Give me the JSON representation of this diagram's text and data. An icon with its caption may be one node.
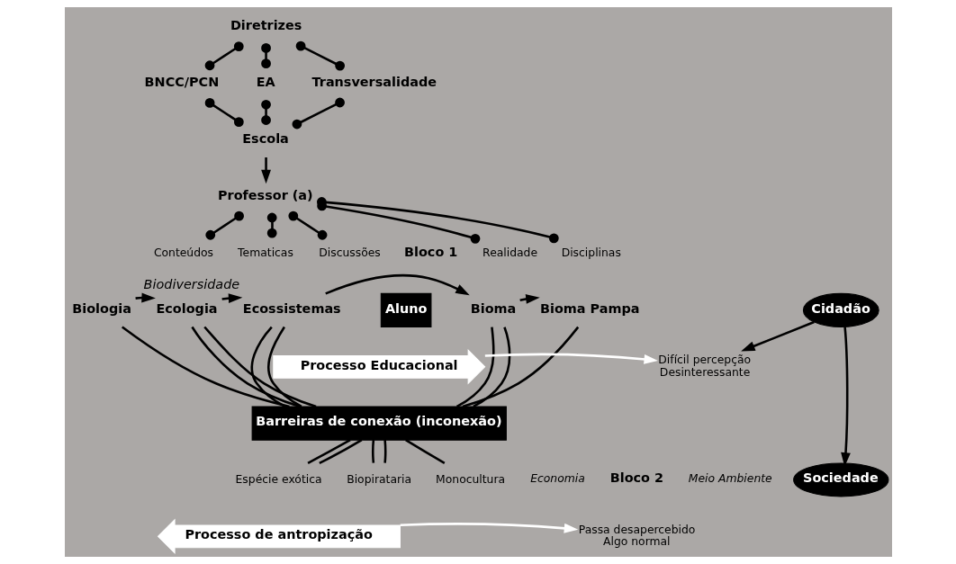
{
  "diagram": {
    "nodes": [
      {
        "text": [
          "Diretrizes"
        ]
      },
      {
        "text": [
          "BNCC/PCN"
        ]
      },
      {
        "text": [
          "EA"
        ]
      },
      {
        "text": [
          "Transversalidade"
        ]
      },
      {
        "text": [
          "Escola"
        ]
      },
      {
        "text": [
          "Professor (a)"
        ]
      },
      {
        "text": [
          "Disciplinas"
        ]
      },
      {
        "text": [
          "Conteúdos"
        ]
      },
      {
        "text": [
          "Tematicas"
        ]
      },
      {
        "text": [
          "Discussões"
        ]
      },
      {
        "text": [
          "Realidade"
        ]
      },
      {
        "text": [
          "Aluno"
        ]
      },
      {
        "text": [
          "Biologia"
        ]
      },
      {
        "text": [
          "Ecologia"
        ]
      },
      {
        "text": [
          "Ecossistemas"
        ],
        "beside": [
          "Biodiversidade"
        ]
      },
      {
        "text": [
          "Bioma"
        ]
      },
      {
        "text": [
          "Bioma Pampa"
        ]
      },
      {
        "text": [
          "Processo Educacional"
        ]
      },
      {
        "text": [
          "Barreiras de conexão (inconexão)"
        ]
      },
      {
        "text": [
          "Cidadão"
        ]
      },
      {
        "text": [
          "Difícil percepção",
          "Desinteressante"
        ]
      },
      {
        "text": [
          "Sociedade"
        ]
      },
      {
        "text": [
          "Biopirataria"
        ]
      },
      {
        "text": [
          "Espécie exótica"
        ]
      },
      {
        "text": [
          "Monocultura"
        ]
      },
      {
        "text": [
          "Processo de antropização"
        ]
      },
      {
        "text": [
          "Passa desapercebido",
          "Algo normal"
        ]
      }
    ],
    "edges": [
      {
        "from": 0,
        "to": 1,
        "arrow": "other"
      },
      {
        "from": 0,
        "to": 2,
        "arrow": "other"
      },
      {
        "from": 0,
        "to": 3,
        "arrow": "other"
      },
      {
        "from": 1,
        "to": 4,
        "arrow": "other"
      },
      {
        "from": 2,
        "to": 4,
        "arrow": "other"
      },
      {
        "from": 3,
        "to": 4,
        "arrow": "other"
      },
      {
        "from": 4,
        "to": 5,
        "arrow": "to"
      },
      {
        "from": 5,
        "to": 6,
        "arrow": "other"
      },
      {
        "from": 5,
        "to": 7,
        "arrow": "other"
      },
      {
        "from": 5,
        "to": 8,
        "arrow": "other"
      },
      {
        "from": 5,
        "to": 9,
        "arrow": "other"
      },
      {
        "from": 5,
        "to": 10,
        "arrow": "other"
      },
      {
        "from": 12,
        "to": 13,
        "arrow": "to"
      },
      {
        "from": 13,
        "to": 14,
        "arrow": "to"
      },
      {
        "from": 14,
        "to": 15,
        "arrow": "to"
      },
      {
        "from": 15,
        "to": 16,
        "arrow": "to"
      },
      {
        "from": 12,
        "to": 18,
        "arrow": "none"
      },
      {
        "from": 13,
        "to": 18,
        "arrow": "none"
      },
      {
        "from": 13,
        "to": 18,
        "arrow": "none"
      },
      {
        "from": 14,
        "to": 18,
        "arrow": "none"
      },
      {
        "from": 14,
        "to": 18,
        "arrow": "none"
      },
      {
        "from": 15,
        "to": 18,
        "arrow": "none"
      },
      {
        "from": 15,
        "to": 18,
        "arrow": "none"
      },
      {
        "from": 16,
        "to": 18,
        "arrow": "none"
      },
      {
        "from": 18,
        "to": 22,
        "arrow": "none"
      },
      {
        "from": 18,
        "to": 22,
        "arrow": "none"
      },
      {
        "from": 18,
        "to": 23,
        "arrow": "none"
      },
      {
        "from": 18,
        "to": 23,
        "arrow": "none"
      },
      {
        "from": 18,
        "to": 24,
        "arrow": "none"
      },
      {
        "from": 17,
        "to": 20,
        "arrow": "to",
        "color": "#ffffff"
      },
      {
        "from": 19,
        "to": 20,
        "arrow": "to"
      },
      {
        "from": 19,
        "to": 21,
        "arrow": "to"
      },
      {
        "from": 25,
        "to": 26,
        "arrow": "to",
        "color": "#ffffff"
      }
    ],
    "labels": [
      "Bloco 1",
      "Bloco 2",
      "Meio Ambiente",
      "Economia"
    ]
  }
}
